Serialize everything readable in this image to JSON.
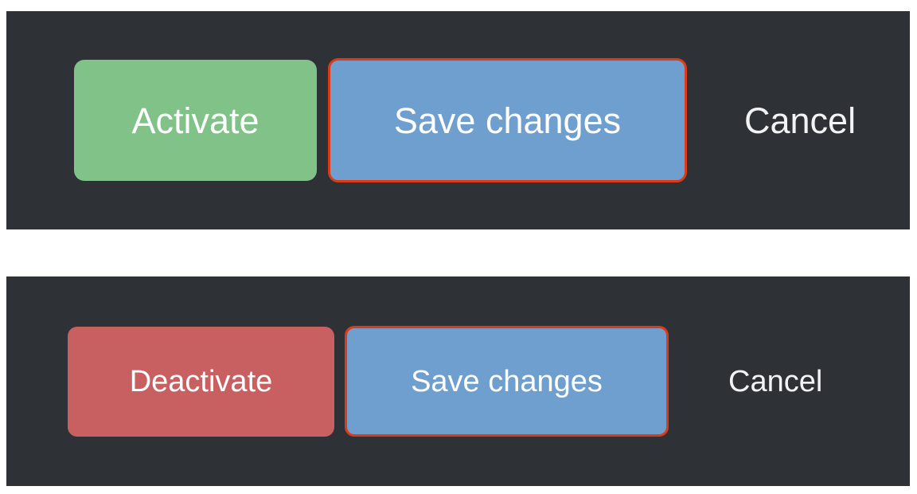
{
  "colors": {
    "panel_background": "#2e3237",
    "page_background": "#ffffff",
    "activate_green": "#81c288",
    "deactivate_red": "#c86062",
    "save_blue": "#6f9fce",
    "focus_outline_red": "#dd3b18",
    "button_text": "#ffffff",
    "link_text": "#f2f3f4"
  },
  "panels": [
    {
      "name": "activate-state",
      "buttons": {
        "primary_action_label": "Activate",
        "save_label": "Save changes",
        "cancel_label": "Cancel"
      }
    },
    {
      "name": "deactivate-state",
      "buttons": {
        "primary_action_label": "Deactivate",
        "save_label": "Save changes",
        "cancel_label": "Cancel"
      }
    }
  ]
}
